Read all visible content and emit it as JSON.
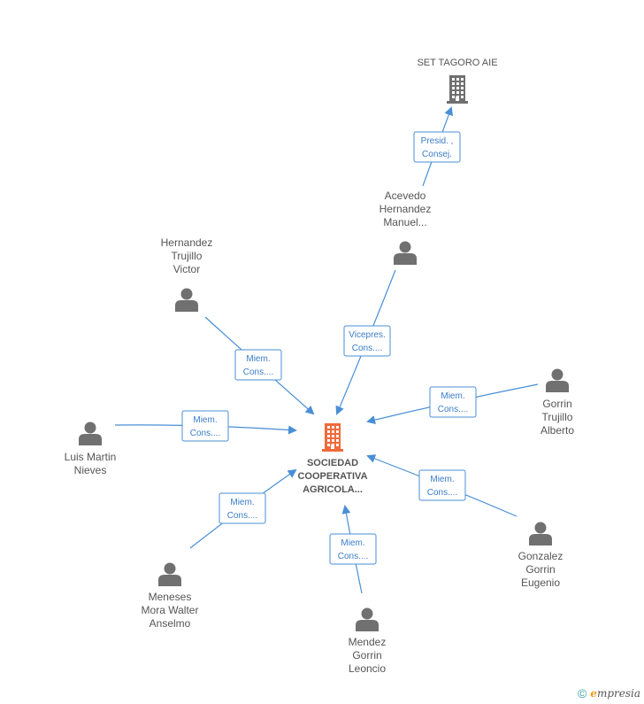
{
  "center": {
    "name_lines": [
      "SOCIEDAD",
      "COOPERATIVA",
      "AGRICOLA..."
    ],
    "icon": "building-icon",
    "color": "#f06a3a"
  },
  "company_nodes": [
    {
      "id": "set-tagoro",
      "name_lines": [
        "SET TAGORO AIE"
      ],
      "icon": "building-icon",
      "color": "#707070"
    }
  ],
  "person_nodes": [
    {
      "id": "acevedo",
      "name_lines": [
        "Acevedo",
        "Hernandez",
        "Manuel..."
      ],
      "icon": "person-icon"
    },
    {
      "id": "hernandez-trujillo",
      "name_lines": [
        "Hernandez",
        "Trujillo",
        "Victor"
      ],
      "icon": "person-icon"
    },
    {
      "id": "gorrin-trujillo",
      "name_lines": [
        "Gorrin",
        "Trujillo",
        "Alberto"
      ],
      "icon": "person-icon"
    },
    {
      "id": "luis-martin",
      "name_lines": [
        "Luis Martin",
        "Nieves"
      ],
      "icon": "person-icon"
    },
    {
      "id": "gonzalez-gorrin",
      "name_lines": [
        "Gonzalez",
        "Gorrin",
        "Eugenio"
      ],
      "icon": "person-icon"
    },
    {
      "id": "meneses-mora",
      "name_lines": [
        "Meneses",
        "Mora Walter",
        "Anselmo"
      ],
      "icon": "person-icon"
    },
    {
      "id": "mendez-gorrin",
      "name_lines": [
        "Mendez",
        "Gorrin",
        "Leoncio"
      ],
      "icon": "person-icon"
    }
  ],
  "edges": [
    {
      "from": "acevedo",
      "to": "set-tagoro",
      "label_lines": [
        "Presid. ,",
        "Consej."
      ]
    },
    {
      "from": "acevedo",
      "to": "center",
      "label_lines": [
        "Vicepres.",
        "Cons...."
      ]
    },
    {
      "from": "hernandez-trujillo",
      "to": "center",
      "label_lines": [
        "Miem.",
        "Cons...."
      ]
    },
    {
      "from": "gorrin-trujillo",
      "to": "center",
      "label_lines": [
        "Miem.",
        "Cons...."
      ]
    },
    {
      "from": "luis-martin",
      "to": "center",
      "label_lines": [
        "Miem.",
        "Cons...."
      ]
    },
    {
      "from": "gonzalez-gorrin",
      "to": "center",
      "label_lines": [
        "Miem.",
        "Cons...."
      ]
    },
    {
      "from": "meneses-mora",
      "to": "center",
      "label_lines": [
        "Miem.",
        "Cons...."
      ]
    },
    {
      "from": "mendez-gorrin",
      "to": "center",
      "label_lines": [
        "Miem.",
        "Cons...."
      ]
    }
  ],
  "colors": {
    "edge": "#4a8fd6",
    "person": "#707070",
    "label_text": "#555555"
  },
  "footer": {
    "copyright": "©",
    "brand_initial": "e",
    "brand_rest": "mpresia"
  }
}
